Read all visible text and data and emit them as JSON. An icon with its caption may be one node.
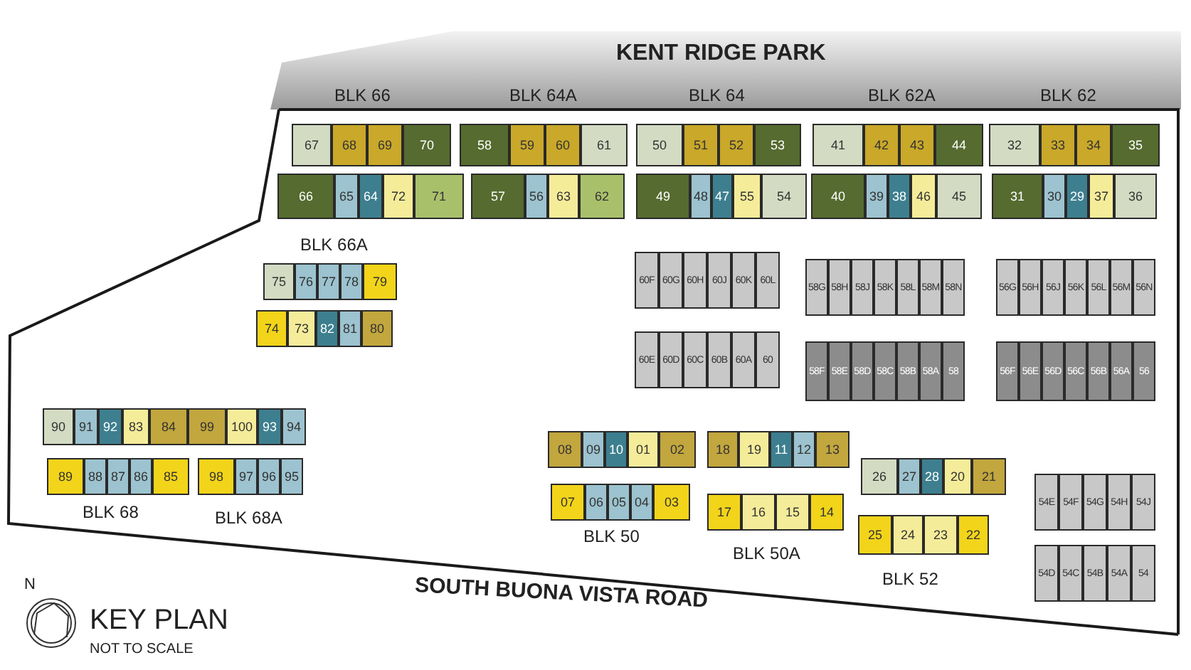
{
  "diagram": {
    "nodes": [
      {
        "text": [
          "67"
        ]
      },
      {
        "text": [
          "68"
        ]
      },
      {
        "text": [
          "69"
        ]
      },
      {
        "text": [
          "70"
        ]
      },
      {
        "text": [
          "58"
        ]
      },
      {
        "text": [
          "59"
        ]
      },
      {
        "text": [
          "60"
        ]
      },
      {
        "text": [
          "61"
        ]
      },
      {
        "text": [
          "50"
        ]
      },
      {
        "text": [
          "51"
        ]
      },
      {
        "text": [
          "52"
        ]
      },
      {
        "text": [
          "53"
        ]
      },
      {
        "text": [
          "41"
        ]
      },
      {
        "text": [
          "42"
        ]
      },
      {
        "text": [
          "43"
        ]
      },
      {
        "text": [
          "44"
        ]
      },
      {
        "text": [
          "32"
        ]
      },
      {
        "text": [
          "33"
        ]
      },
      {
        "text": [
          "34"
        ]
      },
      {
        "text": [
          "35"
        ]
      },
      {
        "text": [
          "66"
        ]
      },
      {
        "text": [
          "65"
        ]
      },
      {
        "text": [
          "64"
        ]
      },
      {
        "text": [
          "72"
        ]
      },
      {
        "text": [
          "71"
        ]
      },
      {
        "text": [
          "57"
        ]
      },
      {
        "text": [
          "56"
        ]
      },
      {
        "text": [
          "63"
        ]
      },
      {
        "text": [
          "62"
        ]
      },
      {
        "text": [
          "49"
        ]
      },
      {
        "text": [
          "48"
        ]
      },
      {
        "text": [
          "47"
        ]
      },
      {
        "text": [
          "55"
        ]
      },
      {
        "text": [
          "54"
        ]
      },
      {
        "text": [
          "40"
        ]
      },
      {
        "text": [
          "39"
        ]
      },
      {
        "text": [
          "38"
        ]
      },
      {
        "text": [
          "46"
        ]
      },
      {
        "text": [
          "45"
        ]
      },
      {
        "text": [
          "31"
        ]
      },
      {
        "text": [
          "30"
        ]
      },
      {
        "text": [
          "29"
        ]
      },
      {
        "text": [
          "37"
        ]
      },
      {
        "text": [
          "36"
        ]
      },
      {
        "text": [
          "75"
        ]
      },
      {
        "text": [
          "76"
        ]
      },
      {
        "text": [
          "77"
        ]
      },
      {
        "text": [
          "78"
        ]
      },
      {
        "text": [
          "79"
        ]
      },
      {
        "text": [
          "74"
        ]
      },
      {
        "text": [
          "73"
        ]
      },
      {
        "text": [
          "82"
        ]
      },
      {
        "text": [
          "81"
        ]
      },
      {
        "text": [
          "80"
        ]
      },
      {
        "text": [
          "60F"
        ]
      },
      {
        "text": [
          "60G"
        ]
      },
      {
        "text": [
          "60H"
        ]
      },
      {
        "text": [
          "60J"
        ]
      },
      {
        "text": [
          "60K"
        ]
      },
      {
        "text": [
          "60L"
        ]
      },
      {
        "text": [
          "60E"
        ]
      },
      {
        "text": [
          "60D"
        ]
      },
      {
        "text": [
          "60C"
        ]
      },
      {
        "text": [
          "60B"
        ]
      },
      {
        "text": [
          "60A"
        ]
      },
      {
        "text": [
          "60"
        ]
      },
      {
        "text": [
          "58G"
        ]
      },
      {
        "text": [
          "58H"
        ]
      },
      {
        "text": [
          "58J"
        ]
      },
      {
        "text": [
          "58K"
        ]
      },
      {
        "text": [
          "58L"
        ]
      },
      {
        "text": [
          "58M"
        ]
      },
      {
        "text": [
          "58N"
        ]
      },
      {
        "text": [
          "56G"
        ]
      },
      {
        "text": [
          "56H"
        ]
      },
      {
        "text": [
          "56J"
        ]
      },
      {
        "text": [
          "56K"
        ]
      },
      {
        "text": [
          "56L"
        ]
      },
      {
        "text": [
          "56M"
        ]
      },
      {
        "text": [
          "56N"
        ]
      },
      {
        "text": [
          "58F"
        ]
      },
      {
        "text": [
          "58E"
        ]
      },
      {
        "text": [
          "58D"
        ]
      },
      {
        "text": [
          "58C"
        ]
      },
      {
        "text": [
          "58B"
        ]
      },
      {
        "text": [
          "58A"
        ]
      },
      {
        "text": [
          "58"
        ]
      },
      {
        "text": [
          "56F"
        ]
      },
      {
        "text": [
          "56E"
        ]
      },
      {
        "text": [
          "56D"
        ]
      },
      {
        "text": [
          "56C"
        ]
      },
      {
        "text": [
          "56B"
        ]
      },
      {
        "text": [
          "56A"
        ]
      },
      {
        "text": [
          "56"
        ]
      },
      {
        "text": [
          "90"
        ]
      },
      {
        "text": [
          "91"
        ]
      },
      {
        "text": [
          "92"
        ]
      },
      {
        "text": [
          "83"
        ]
      },
      {
        "text": [
          "84"
        ]
      },
      {
        "text": [
          "99"
        ]
      },
      {
        "text": [
          "100"
        ]
      },
      {
        "text": [
          "93"
        ]
      },
      {
        "text": [
          "94"
        ]
      },
      {
        "text": [
          "89"
        ]
      },
      {
        "text": [
          "88"
        ]
      },
      {
        "text": [
          "87"
        ]
      },
      {
        "text": [
          "86"
        ]
      },
      {
        "text": [
          "85"
        ]
      },
      {
        "text": [
          "98"
        ]
      },
      {
        "text": [
          "97"
        ]
      },
      {
        "text": [
          "96"
        ]
      },
      {
        "text": [
          "95"
        ]
      },
      {
        "text": [
          "08"
        ]
      },
      {
        "text": [
          "09"
        ]
      },
      {
        "text": [
          "10"
        ]
      },
      {
        "text": [
          "01"
        ]
      },
      {
        "text": [
          "02"
        ]
      },
      {
        "text": [
          "18"
        ]
      },
      {
        "text": [
          "19"
        ]
      },
      {
        "text": [
          "11"
        ]
      },
      {
        "text": [
          "12"
        ]
      },
      {
        "text": [
          "13"
        ]
      },
      {
        "text": [
          "26"
        ]
      },
      {
        "text": [
          "27"
        ]
      },
      {
        "text": [
          "28"
        ]
      },
      {
        "text": [
          "20"
        ]
      },
      {
        "text": [
          "21"
        ]
      },
      {
        "text": [
          "07"
        ]
      },
      {
        "text": [
          "06"
        ]
      },
      {
        "text": [
          "05"
        ]
      },
      {
        "text": [
          "04"
        ]
      },
      {
        "text": [
          "03"
        ]
      },
      {
        "text": [
          "17"
        ]
      },
      {
        "text": [
          "16"
        ]
      },
      {
        "text": [
          "15"
        ]
      },
      {
        "text": [
          "14"
        ]
      },
      {
        "text": [
          "25"
        ]
      },
      {
        "text": [
          "24"
        ]
      },
      {
        "text": [
          "23"
        ]
      },
      {
        "text": [
          "22"
        ]
      },
      {
        "text": [
          "54E"
        ]
      },
      {
        "text": [
          "54F"
        ]
      },
      {
        "text": [
          "54G"
        ]
      },
      {
        "text": [
          "54H"
        ]
      },
      {
        "text": [
          "54J"
        ]
      },
      {
        "text": [
          "54D"
        ]
      },
      {
        "text": [
          "54C"
        ]
      },
      {
        "text": [
          "54B"
        ]
      },
      {
        "text": [
          "54A"
        ]
      },
      {
        "text": [
          "54"
        ]
      }
    ],
    "labels": [
      "KENT RIDGE PARK",
      "BLK 66",
      "BLK 64A",
      "BLK 64",
      "BLK 62A",
      "BLK 62",
      "BLK 66A",
      "BLK 68",
      "BLK 68A",
      "BLK 50",
      "BLK 50A",
      "BLK 52",
      "SOUTH BUONA VISTA ROAD",
      "N",
      "KEY PLAN",
      "NOT TO SCALE"
    ]
  }
}
